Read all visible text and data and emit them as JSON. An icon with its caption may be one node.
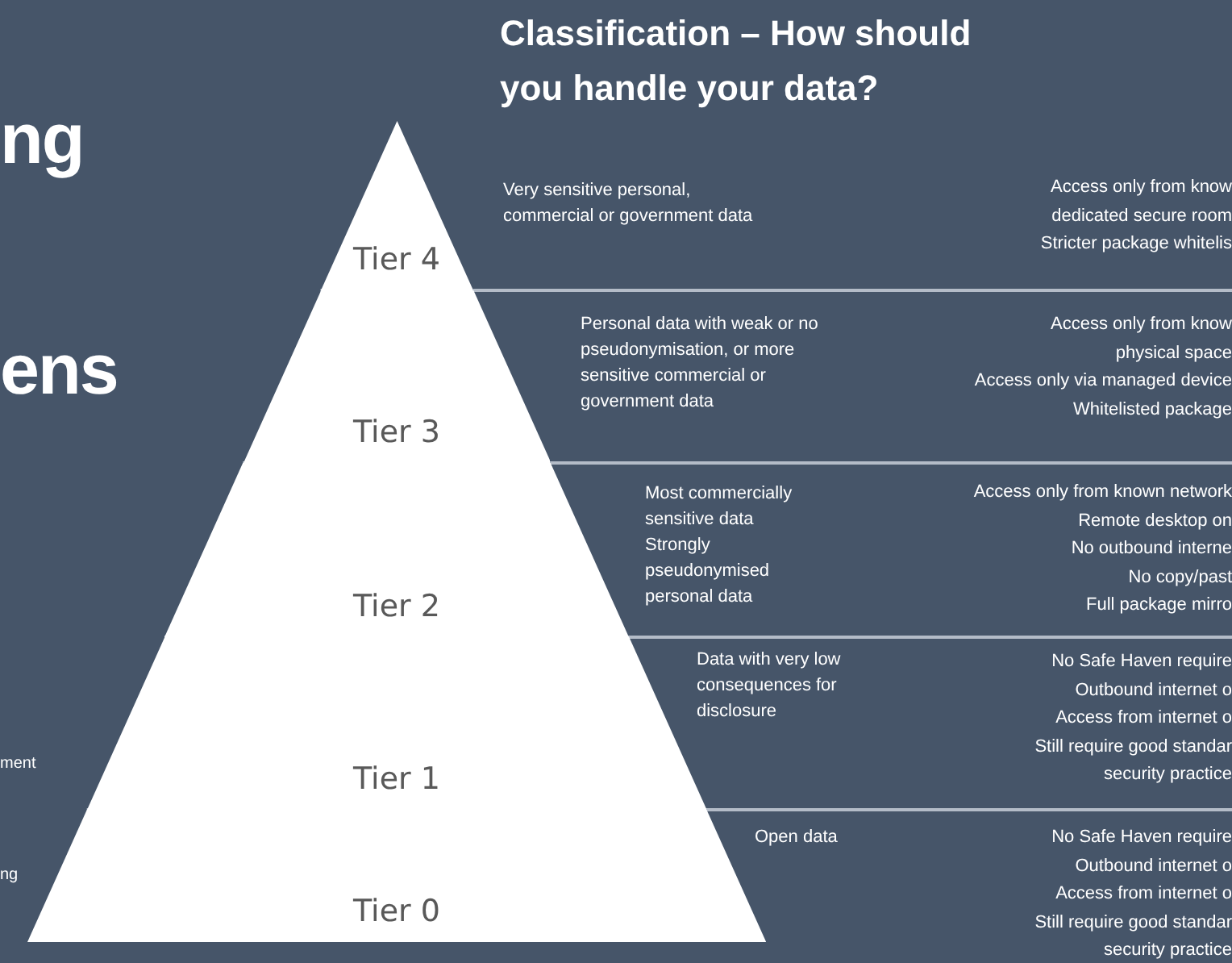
{
  "diagram": {
    "title": "Classification – How should you handle your data?",
    "nodes": [
      {
        "text": [
          "Tier 4"
        ],
        "beside": [
          "Very sensitive personal, commercial or government data",
          "Access only from know",
          "dedicated secure room",
          "Stricter package whitelis"
        ]
      },
      {
        "text": [
          "Tier 3"
        ],
        "beside": [
          "Personal data with weak or no pseudonymisation, or more sensitive commercial or government data",
          "Access only from know",
          "physical space",
          "Access only via managed device",
          "Whitelisted package"
        ]
      },
      {
        "text": [
          "Tier 2"
        ],
        "beside": [
          "Most commercially sensitive data",
          "Strongly pseudonymised personal data",
          "Access only from known network",
          "Remote desktop on",
          "No outbound interne",
          "No copy/past",
          "Full package mirro"
        ]
      },
      {
        "text": [
          "Tier 1"
        ],
        "beside": [
          "Data with very low consequences for disclosure",
          "No Safe Haven require",
          "Outbound internet o",
          "Access from internet o",
          "Still require good standar security practice"
        ]
      },
      {
        "text": [
          "Tier 0"
        ],
        "beside": [
          "Open data",
          "No Safe Haven require",
          "Outbound internet o",
          "Access from internet o",
          "Still require good standar security practice"
        ]
      }
    ],
    "labels": [
      "ng",
      "ens",
      "ment",
      "ng"
    ]
  }
}
